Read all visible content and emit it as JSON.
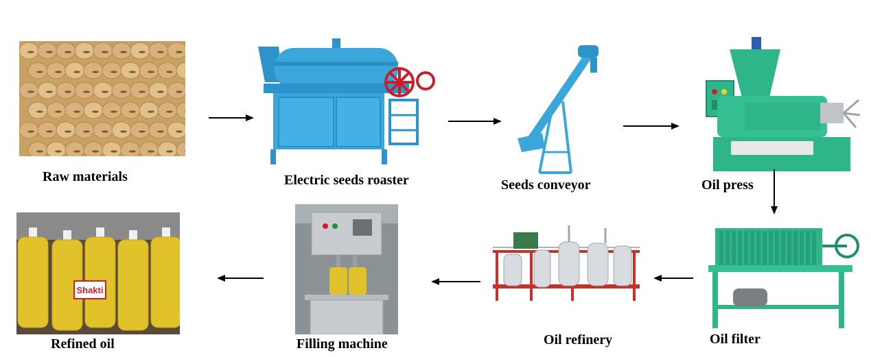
{
  "steps": [
    {
      "label": "Raw materials"
    },
    {
      "label": "Electric seeds roaster"
    },
    {
      "label": "Seeds conveyor"
    },
    {
      "label": "Oil press"
    },
    {
      "label": "Oil filter"
    },
    {
      "label": "Oil refinery"
    },
    {
      "label": "Filling machine"
    },
    {
      "label": "Refined oil"
    }
  ],
  "bottle_labels": [
    "Shakti"
  ],
  "colors": {
    "machine_blue": "#3aa6dc",
    "machine_green": "#2fb58a",
    "wheel_red": "#c8202a",
    "soy_tan": "#d8b27a",
    "oil_yellow": "#e2c22a",
    "steel": "#c8ccd0"
  }
}
